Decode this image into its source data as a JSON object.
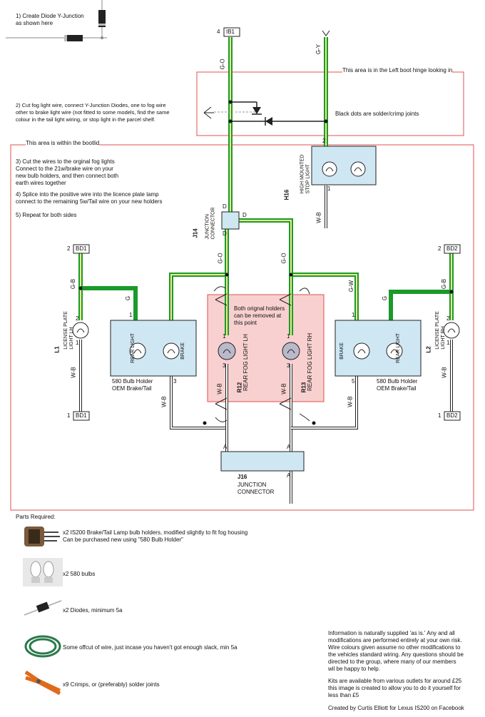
{
  "notes": {
    "step1": "1) Create Diode Y-Junction\nas shown here",
    "step2": "2) Cut fog light wire, connect Y-Junction Diodes, one to fog wire\nother to brake light wire (not fitted to some models, find the same\ncolour in the tail light wiring, or stop light in the parcel shelf.",
    "left_hinge": "This area is in the Left boot hinge looking in",
    "solder_note": "Black dots are solder/crimp joints",
    "bootlid": "This area is within the bootlid",
    "step3": "3) Cut the wires to the orginal fog lights\nConnect to the 21w/brake wire on your\nnew bulb holders, and then connect both\nearth wires together",
    "step4": "4) Splice into the positive wire into the licence plate lamp\nconnect to the remaining 5w/Tail wire on your new holders",
    "step5": "5) Repeat for both sides",
    "removed": "Both orignal holders\ncan be removed at\nthis point"
  },
  "components": {
    "ib1": "IB1",
    "ib1_pin": "4",
    "bd1_top": "BD1",
    "bd1_top_pin": "2",
    "bd1_bottom": "BD1",
    "bd1_bottom_pin": "1",
    "bd2_top": "BD2",
    "bd2_top_pin": "2",
    "bd2_bottom": "BD2",
    "bd2_bottom_pin": "1",
    "h16_code": "H16",
    "h16_name": "HIGH MOUNTED\nSTOP LIGHT",
    "j14_code": "J14",
    "j14_name": "JUNCTION\nCONNECTOR",
    "j16_code": "J16",
    "j16_name": "JUNCTION\nCONNECTOR",
    "l1_code": "L1",
    "l1_name": "LICENSE PLATE\nLIGHT LH",
    "l2_code": "L2",
    "l2_name": "LICENSE PLATE\nLIGHT RH",
    "r12_code": "R12",
    "r12_name": "REAR FOG LIGHT LH",
    "r13_code": "R13",
    "r13_name": "REAR FOG LIGHT RH",
    "holder_left_caption": "580 Bulb Holder\nOEM Brake/Tail",
    "holder_right_caption": "580 Bulb Holder\nOEM Brake/Tail",
    "rear_light": "REAR LIGHT",
    "brake": "BRAKE"
  },
  "wires": {
    "g_o": "G-O",
    "g_y": "G-Y",
    "g_b": "G-B",
    "g": "G",
    "g_w": "G-W",
    "w_b": "W-B",
    "d": "D",
    "a": "A"
  },
  "pins": {
    "p1": "1",
    "p2": "2",
    "p3": "3",
    "p5": "5"
  },
  "parts": {
    "heading": "Parts Required:",
    "item1": "x2 IS200 Brake/Tail Lamp bulb holders, modified slightly to fit fog housing\n     Can be purchased new using \"580 Bulb Holder\"",
    "item2": "x2 580 bulbs",
    "item3": "x2 Diodes, minimum 5a",
    "item4": "Some offcut of wire, just incase you haven't got enough slack, min 5a",
    "item5": "x9 Crimps, or (preferably) solder joints"
  },
  "footer": {
    "disclaimer": "Information is naturally supplied 'as is.' Any and all\nmodifications are performed entirely at your own risk.\nWire colours given assume no other modifications to\nthe vehicles standard wiring. Any questions should be\ndirected to the group, where many of our members\nwil be happy to help.",
    "kits": "Kits are available from various outlets for around £25\nthis image is created to allow you to do it yourself for\nless than £5",
    "credit": "Created by Curtis Elliott for Lexus IS200 on Facebook"
  },
  "colors": {
    "green_wire": "#1a9a2a",
    "yellow_stripe": "#f0e890",
    "area_border": "#e05050",
    "fog_area_fill": "#f8d0d0",
    "holder_fill": "#cfe7f2"
  },
  "icons": [
    "bulb-holder-photo",
    "bulb-pair-photo",
    "diode-photo",
    "wire-coil-photo",
    "crimp-tool-photo"
  ]
}
